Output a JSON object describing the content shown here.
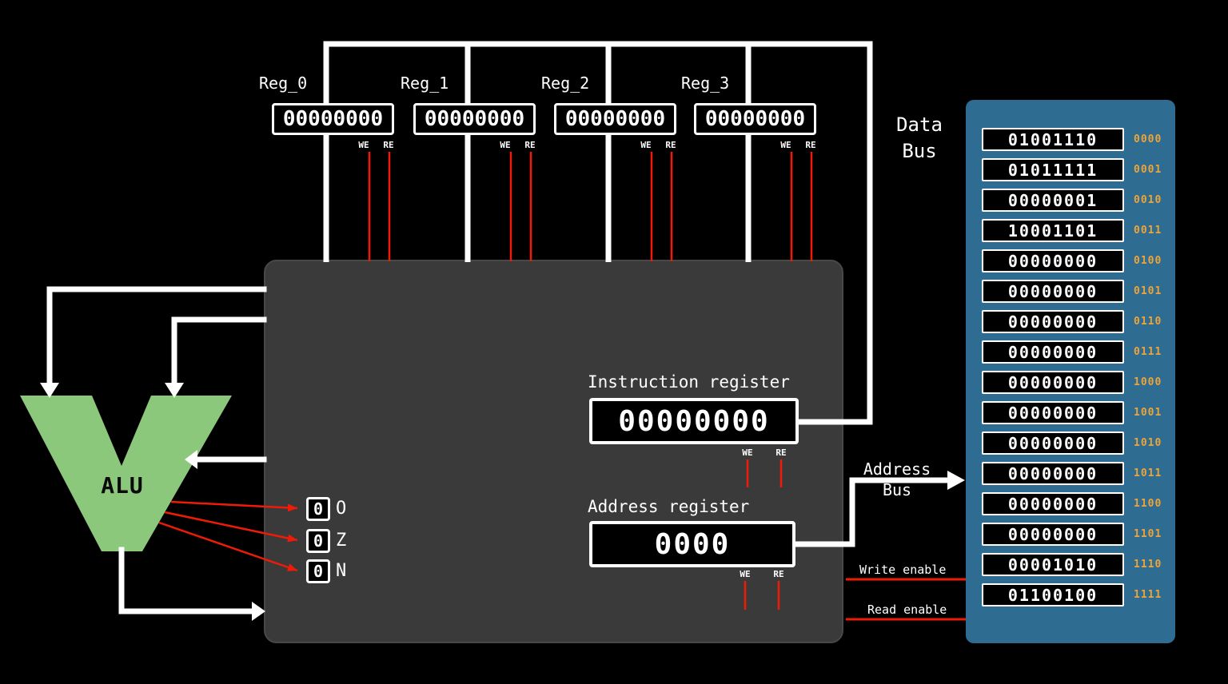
{
  "colors": {
    "background": "#000000",
    "bus_white": "#ffffff",
    "control_signal_red": "#f01b07",
    "alu_green": "#8cc87b",
    "control_unit_gray": "#3a3a3a",
    "memory_blue": "#2e6d91",
    "address_orange": "#eda43b"
  },
  "signals": {
    "we": "WE",
    "re": "RE"
  },
  "registers": [
    {
      "name": "Reg_0",
      "value": "00000000"
    },
    {
      "name": "Reg_1",
      "value": "00000000"
    },
    {
      "name": "Reg_2",
      "value": "00000000"
    },
    {
      "name": "Reg_3",
      "value": "00000000"
    }
  ],
  "alu": {
    "label": "ALU"
  },
  "flags": [
    {
      "label": "O",
      "value": "0"
    },
    {
      "label": "Z",
      "value": "0"
    },
    {
      "label": "N",
      "value": "0"
    }
  ],
  "instruction_register": {
    "label": "Instruction register",
    "value": "00000000"
  },
  "address_register": {
    "label": "Address register",
    "value": "0000"
  },
  "buses": {
    "data_bus": [
      "Data",
      "Bus"
    ],
    "address_bus": [
      "Address",
      "Bus"
    ],
    "write_enable": "Write enable",
    "read_enable": "Read enable"
  },
  "memory": {
    "rows": [
      {
        "value": "01001110",
        "address": "0000"
      },
      {
        "value": "01011111",
        "address": "0001"
      },
      {
        "value": "00000001",
        "address": "0010"
      },
      {
        "value": "10001101",
        "address": "0011"
      },
      {
        "value": "00000000",
        "address": "0100"
      },
      {
        "value": "00000000",
        "address": "0101"
      },
      {
        "value": "00000000",
        "address": "0110"
      },
      {
        "value": "00000000",
        "address": "0111"
      },
      {
        "value": "00000000",
        "address": "1000"
      },
      {
        "value": "00000000",
        "address": "1001"
      },
      {
        "value": "00000000",
        "address": "1010"
      },
      {
        "value": "00000000",
        "address": "1011"
      },
      {
        "value": "00000000",
        "address": "1100"
      },
      {
        "value": "00000000",
        "address": "1101"
      },
      {
        "value": "00001010",
        "address": "1110"
      },
      {
        "value": "01100100",
        "address": "1111"
      }
    ]
  }
}
